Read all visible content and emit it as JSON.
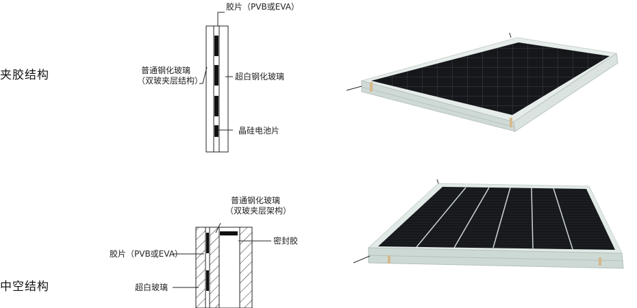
{
  "structure_1": {
    "title": "夹胶结构",
    "labels": {
      "interlayer": "胶片（PVB或EVA）",
      "ordinary_glass_line1": "普通钢化玻璃",
      "ordinary_glass_line2": "（双玻夹层结构）",
      "ultra_white_glass": "超白钢化玻璃",
      "cell": "晶硅电池片"
    }
  },
  "structure_2": {
    "title": "中空结构",
    "labels": {
      "ordinary_glass_line1": "普通钢化玻璃",
      "ordinary_glass_line2": "（双玻夹层架构）",
      "sealant": "密封胶",
      "interlayer": "胶片（PVB或EVA）",
      "ultra_white_glass": "超白玻璃"
    }
  },
  "colors": {
    "line": "#222222",
    "cell_black": "#111111",
    "panel_dark": "#1a1c20",
    "frame_glass": "#dfe8e6"
  }
}
